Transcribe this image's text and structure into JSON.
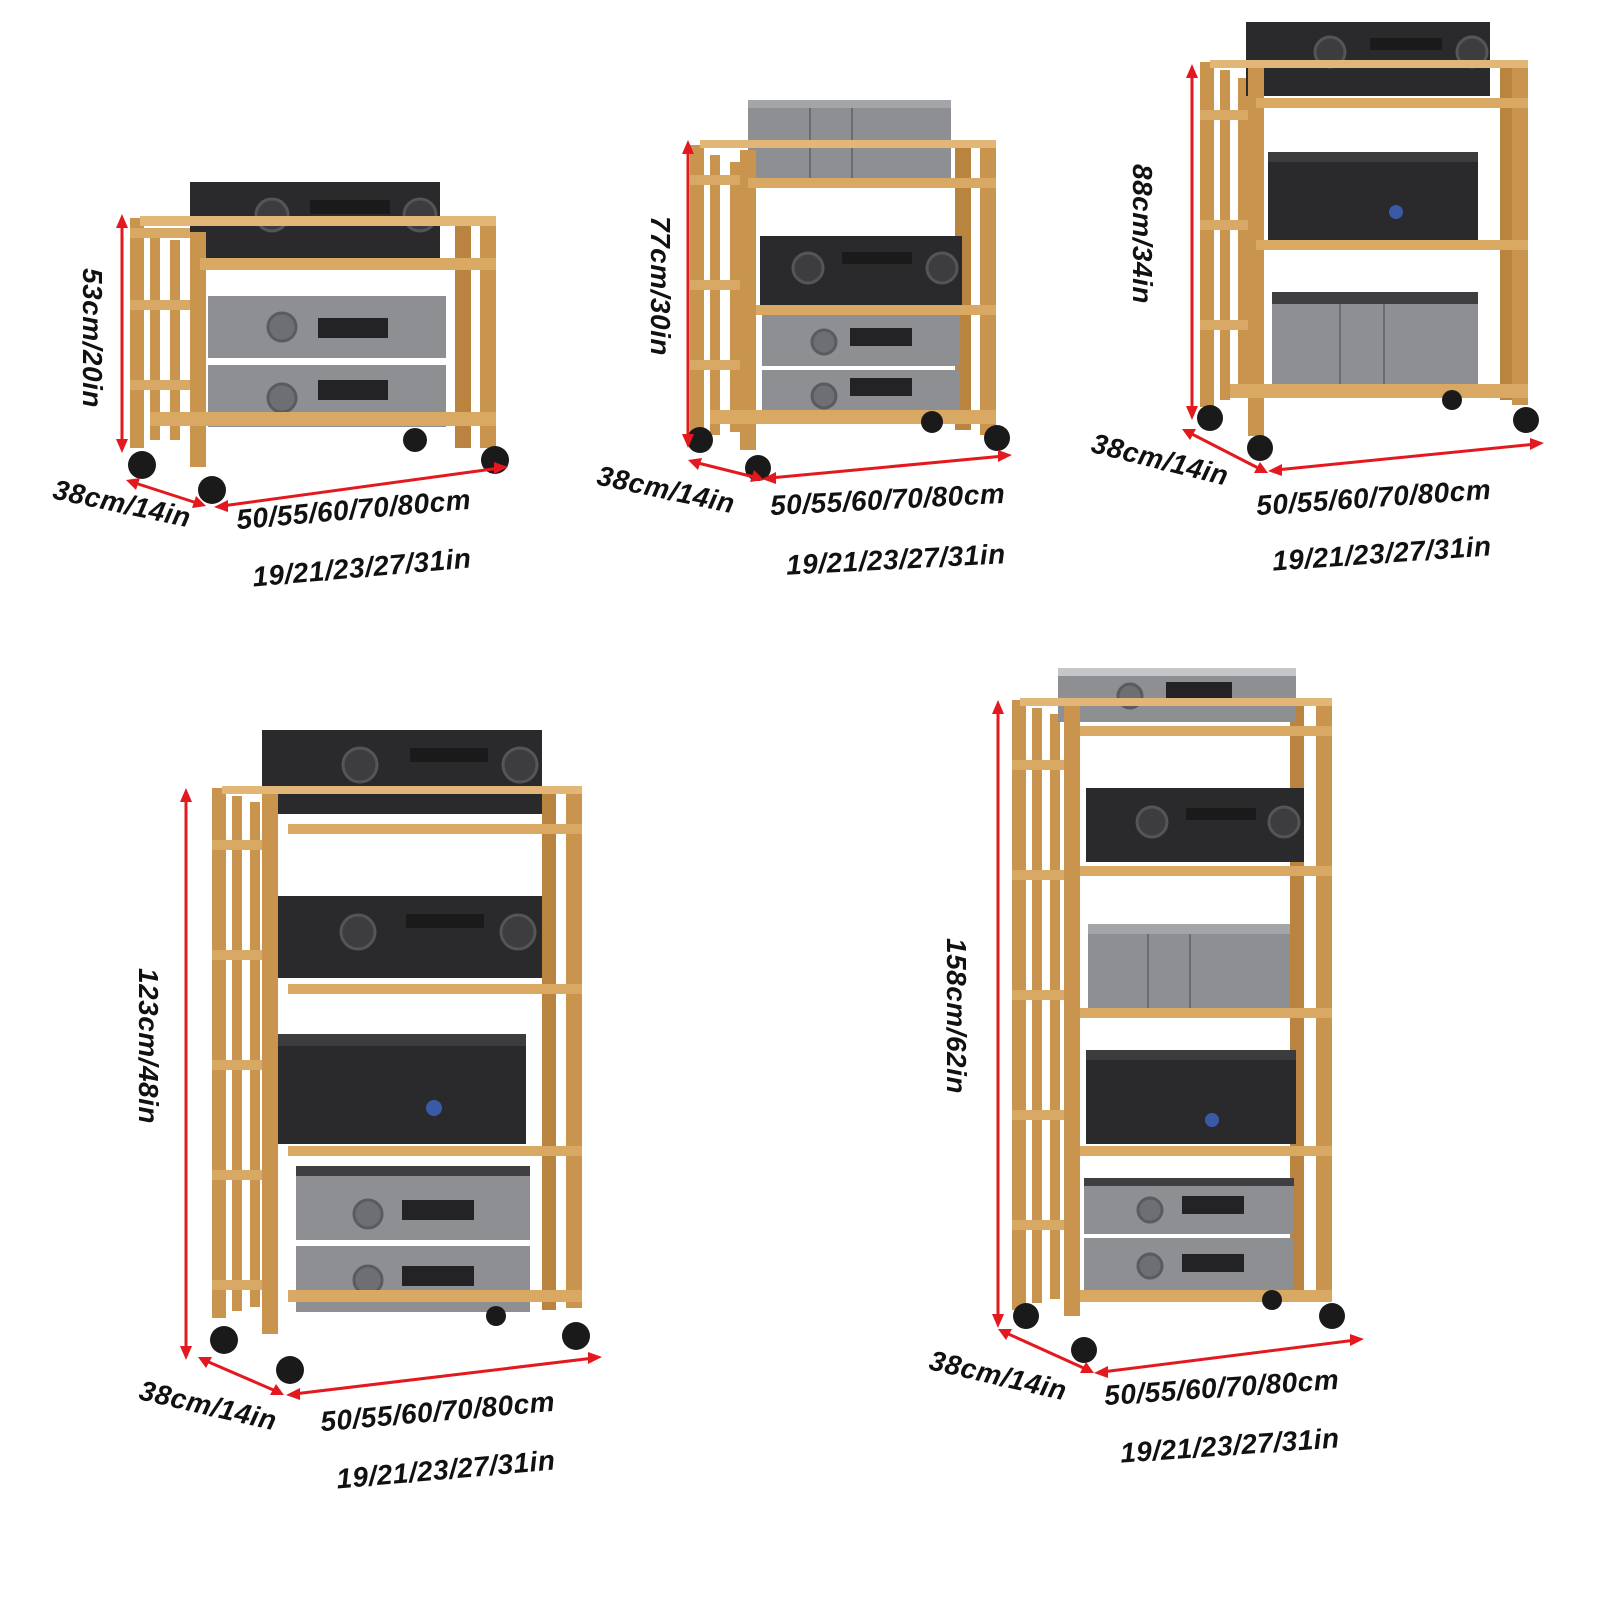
{
  "colors": {
    "wood": "#c9954e",
    "wood_dark": "#a87536",
    "wood_light": "#e2b677",
    "arrow": "#e3191f",
    "device_black": "#2a2a2c",
    "device_silver": "#8d8f93",
    "caster": "#1a1a1a"
  },
  "racks": [
    {
      "height_label": "53cm/20in",
      "depth_label": "38cm/14in",
      "width_cm_label": "50/55/60/70/80cm",
      "width_in_label": "19/21/23/27/31in"
    },
    {
      "height_label": "77cm/30in",
      "depth_label": "38cm/14in",
      "width_cm_label": "50/55/60/70/80cm",
      "width_in_label": "19/21/23/27/31in"
    },
    {
      "height_label": "88cm/34in",
      "depth_label": "38cm/14in",
      "width_cm_label": "50/55/60/70/80cm",
      "width_in_label": "19/21/23/27/31in"
    },
    {
      "height_label": "123cm/48in",
      "depth_label": "38cm/14in",
      "width_cm_label": "50/55/60/70/80cm",
      "width_in_label": "19/21/23/27/31in"
    },
    {
      "height_label": "158cm/62in",
      "depth_label": "38cm/14in",
      "width_cm_label": "50/55/60/70/80cm",
      "width_in_label": "19/21/23/27/31in"
    }
  ]
}
